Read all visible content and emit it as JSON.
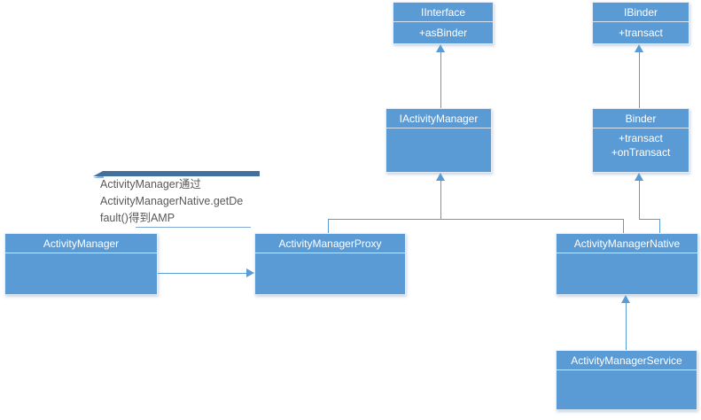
{
  "diagram": {
    "classes": [
      {
        "id": "iinterface",
        "name": "IInterface",
        "members": [
          "+asBinder"
        ]
      },
      {
        "id": "ibinder",
        "name": "IBinder",
        "members": [
          "+transact"
        ]
      },
      {
        "id": "iactivitymanager",
        "name": "IActivityManager",
        "members": []
      },
      {
        "id": "binder",
        "name": "Binder",
        "members": [
          "+transact",
          "+onTransact"
        ]
      },
      {
        "id": "activitymanager",
        "name": "ActivityManager",
        "members": []
      },
      {
        "id": "activitymanagerproxy",
        "name": "ActivityManagerProxy",
        "members": []
      },
      {
        "id": "activitymanagernative",
        "name": "ActivityManagerNative",
        "members": []
      },
      {
        "id": "activitymanagerservice",
        "name": "ActivityManagerService",
        "members": []
      }
    ],
    "relationships": [
      {
        "from": "IActivityManager",
        "to": "IInterface",
        "type": "inheritance"
      },
      {
        "from": "Binder",
        "to": "IBinder",
        "type": "inheritance"
      },
      {
        "from": "ActivityManagerProxy",
        "to": "IActivityManager",
        "type": "inheritance"
      },
      {
        "from": "ActivityManagerNative",
        "to": "IActivityManager",
        "type": "inheritance"
      },
      {
        "from": "ActivityManagerNative",
        "to": "Binder",
        "type": "inheritance"
      },
      {
        "from": "ActivityManagerService",
        "to": "ActivityManagerNative",
        "type": "inheritance"
      },
      {
        "from": "ActivityManager",
        "to": "ActivityManagerProxy",
        "type": "association"
      }
    ],
    "note": {
      "lines": [
        "ActivityManager通过",
        "ActivityManagerNative.getDe",
        "fault()得到AMP"
      ]
    },
    "colors": {
      "box_fill": "#5B9BD5",
      "box_border": "#E4EDF7",
      "connector": "#5B9BD5",
      "ribbon": "#41719C",
      "note_text": "#595959",
      "box_text": "#FFFFFF"
    }
  }
}
